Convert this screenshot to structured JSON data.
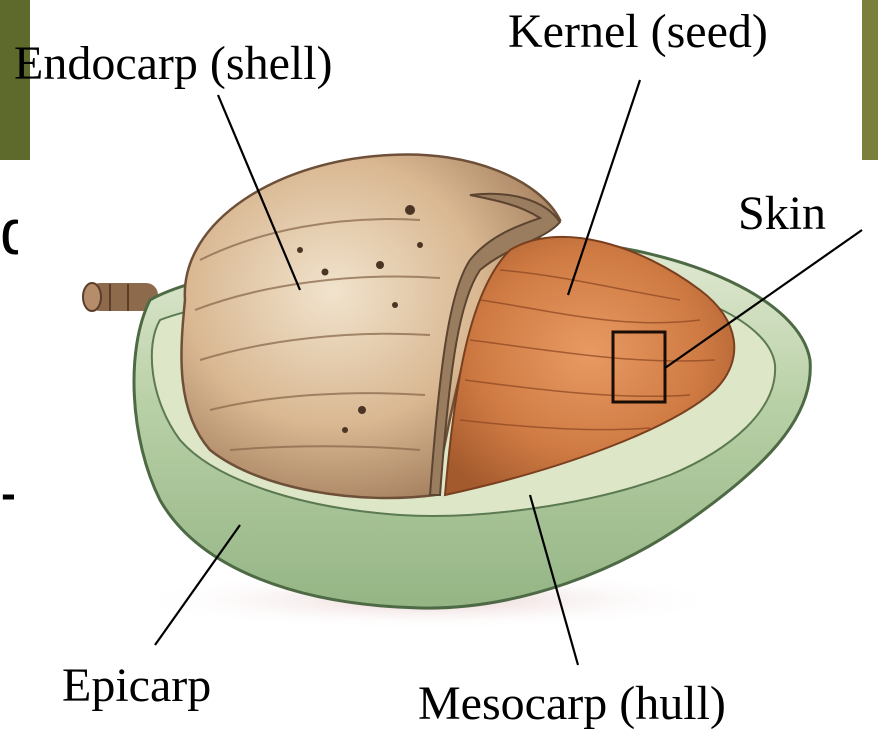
{
  "labels": {
    "endocarp": "Endocarp (shell)",
    "kernel": "Kernel (seed)",
    "skin": "Skin",
    "epicarp": "Epicarp",
    "mesocarp": "Mesocarp (hull)"
  },
  "background_fragments": {
    "left_char": "d",
    "left_dash": "-"
  },
  "colors": {
    "label_text": "#000000",
    "leader_line": "#000000",
    "hull_green": "#a9c79b",
    "shell_tan": "#d9b892",
    "kernel_orange": "#c8733e",
    "photo_backdrop": "#5e6a2c"
  }
}
